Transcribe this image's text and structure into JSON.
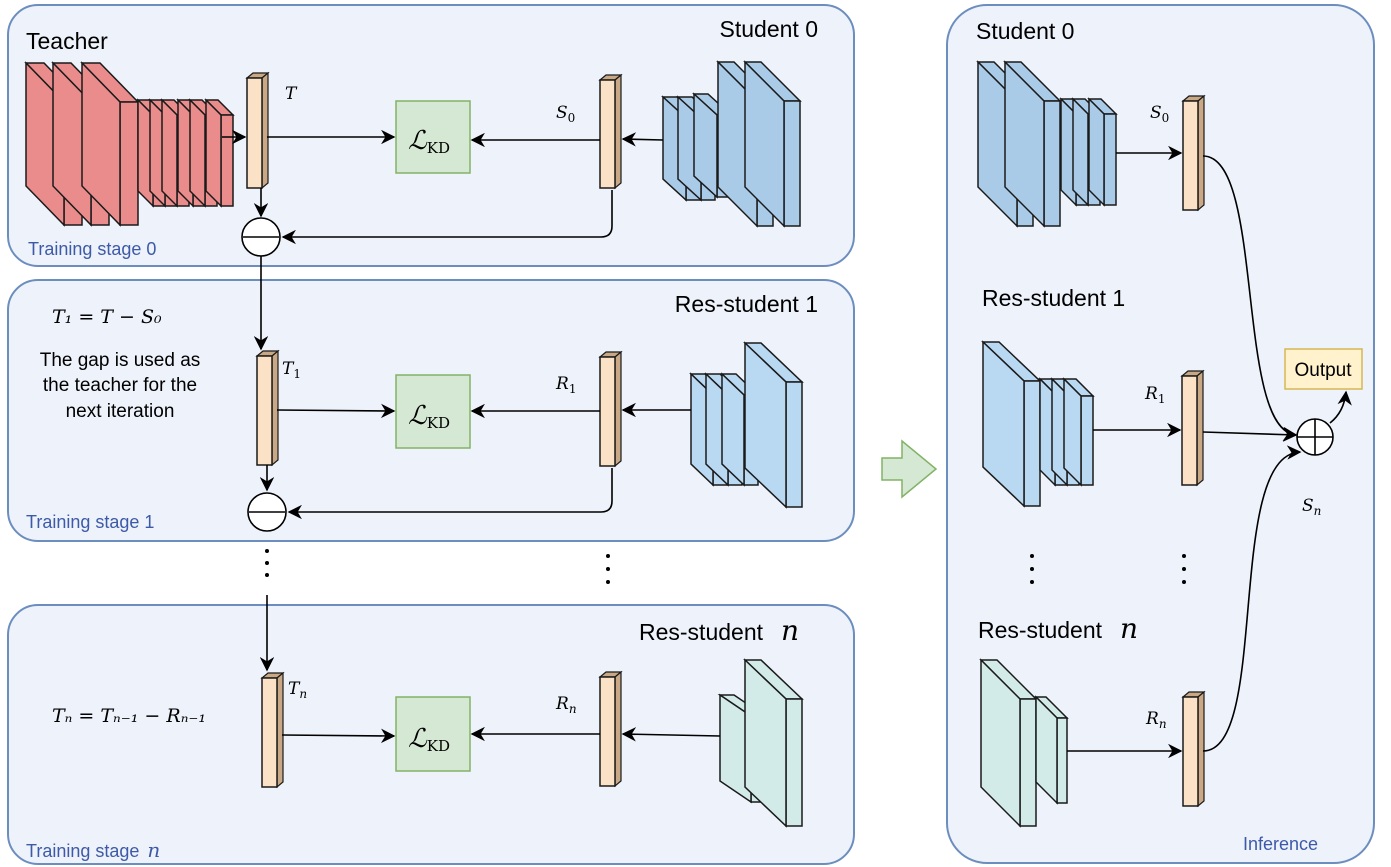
{
  "training": {
    "stage0": {
      "teacher_label": "Teacher",
      "student_label": "Student 0",
      "stage_label": "Training stage 0",
      "teacher_feature": "T",
      "student_feature": "S",
      "student_feature_sub": "0",
      "loss_label": "ℒ",
      "loss_sub": "KD"
    },
    "stage1": {
      "student_label": "Res-student 1",
      "stage_label": "Training stage 1",
      "equation": "T₁ = T − S₀",
      "note_lines": [
        "The gap is used as",
        "the teacher for the",
        "next iteration"
      ],
      "teacher_feature": "T",
      "teacher_feature_sub": "1",
      "student_feature": "R",
      "student_feature_sub": "1",
      "loss_label": "ℒ",
      "loss_sub": "KD"
    },
    "stagen": {
      "student_label": "Res-student",
      "student_label_var": "n",
      "stage_label": "Training stage",
      "stage_label_var": "n",
      "equation": "Tₙ = Tₙ₋₁ − Rₙ₋₁",
      "teacher_feature": "T",
      "teacher_feature_sub": "n",
      "student_feature": "R",
      "student_feature_sub": "n",
      "loss_label": "ℒ",
      "loss_sub": "KD"
    },
    "continuation": "⋮"
  },
  "inference": {
    "panel_label": "Inference",
    "student0_label": "Student 0",
    "res1_label": "Res-student 1",
    "resn_label": "Res-student",
    "resn_label_var": "n",
    "s0_feature": "S",
    "s0_sub": "0",
    "r1_feature": "R",
    "r1_sub": "1",
    "rn_feature": "R",
    "rn_sub": "n",
    "sum_label": "S",
    "sum_sub": "n",
    "output_label": "Output",
    "continuation": "⋮"
  },
  "colors": {
    "panel_fill": "#eef2fb",
    "panel_stroke": "#6c8ebf",
    "teacher": "#ea8c8c",
    "student": "#a9cbe8",
    "res_student": "#b9d8f2",
    "res_student_n": "#d3ebe8",
    "feature": "#fbe1c5",
    "loss_box": "#d5e8d4",
    "output_box": "#fff2cc",
    "stage_text": "#3d5aa8"
  }
}
